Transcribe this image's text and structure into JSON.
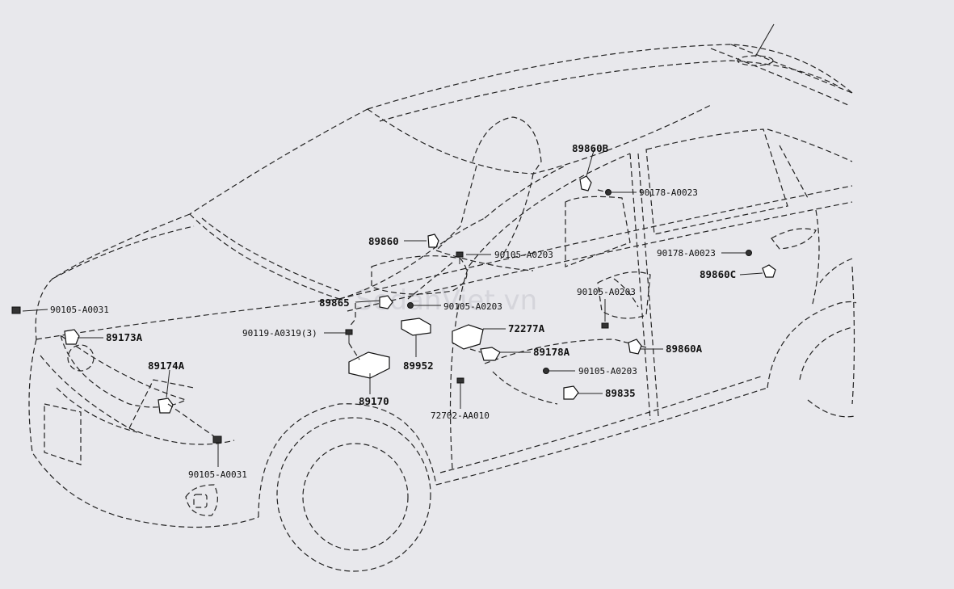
{
  "watermark": "SedanViet.vn",
  "labels": {
    "p89860b": "89860B",
    "p90178_top": "90178-A0023",
    "p89860": "89860",
    "p90105_a0203_1": "90105-A0203",
    "p90178_right": "90178-A0023",
    "p89860c": "89860C",
    "p90105_a0031_left": "90105-A0031",
    "p89173a": "89173A",
    "p89865": "89865",
    "p90105_a0203_2": "90105-A0203",
    "p90105_a0203_3": "90105-A0203",
    "p90119": "90119-A0319(3)",
    "p72277a": "72277A",
    "p89860a": "89860A",
    "p89178a": "89178A",
    "p89174a": "89174A",
    "p89952": "89952",
    "p90105_a0203_4": "90105-A0203",
    "p89170": "89170",
    "p89835": "89835",
    "p72702": "72702-AA010",
    "p90105_a0031_bottom": "90105-A0031"
  }
}
